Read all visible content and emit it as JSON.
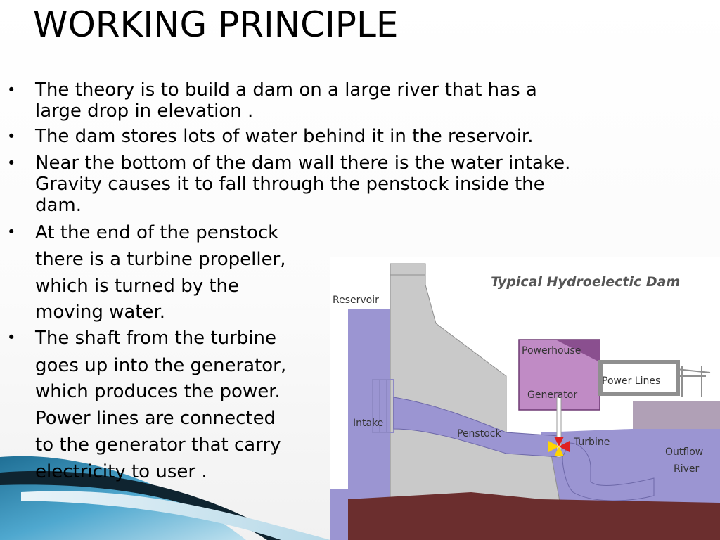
{
  "slide": {
    "title": "WORKING PRINCIPLE",
    "bullet_char": "•",
    "bullets": [
      {
        "lines": [
          "The theory is to build a dam on a large river that has a",
          "large drop in elevation ."
        ]
      },
      {
        "lines": [
          "The dam stores lots of water behind it in the reservoir."
        ]
      },
      {
        "lines": [
          " Near the bottom of the dam wall there is the water intake.",
          "Gravity causes it to fall through the penstock inside the",
          "dam."
        ]
      },
      {
        "lines": [
          " At the end of the penstock",
          "there is a turbine propeller,",
          "which is turned by the",
          " moving water."
        ]
      },
      {
        "lines": [
          "The shaft from the turbine",
          "goes up into the generator,",
          "which produces the power.",
          "Power lines are connected",
          "to the generator that carry",
          "electricity to user ."
        ]
      }
    ]
  },
  "diagram": {
    "title": "Typical Hydroelectic Dam",
    "labels": {
      "reservoir": "Reservoir",
      "powerhouse": "Powerhouse",
      "power_lines": "Power Lines",
      "generator": "Generator",
      "intake": "Intake",
      "penstock": "Penstock",
      "turbine": "Turbine",
      "outflow": "Outflow",
      "river": "River"
    },
    "colors": {
      "water": "#9b95d2",
      "concrete": "#c9c9c9",
      "ground": "#6b2e2e",
      "powerhouse": "#c08bc5",
      "powerhouse_roof": "#8a4f8f"
    }
  }
}
